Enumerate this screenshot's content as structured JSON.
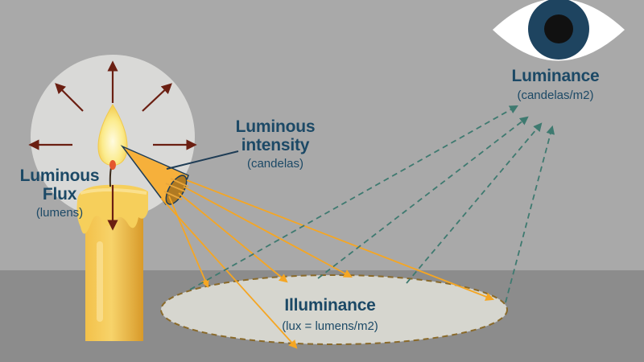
{
  "labels": {
    "luminous_flux": {
      "title": "Luminous Flux",
      "unit": "(lumens)"
    },
    "luminous_intensity": {
      "title": "Luminous intensity",
      "unit": "(candelas)"
    },
    "luminance": {
      "title": "Luminance",
      "unit": "(candelas/m2)"
    },
    "illuminance": {
      "title": "Illuminance",
      "unit": "(lux = lumens/m2)"
    }
  },
  "colors": {
    "wall": "#a9a9a9",
    "floor": "#8c8c8c",
    "text": "#1c4966",
    "flux_arrows": "#6b1f12",
    "incident_rays": "#f5a623",
    "reflected_rays": "#3e7a70",
    "illuminated_area": "#d6d6cf",
    "iris": "#1e4460"
  },
  "icons": [
    "candle-icon",
    "flame-icon",
    "eye-icon",
    "light-cone-icon"
  ]
}
